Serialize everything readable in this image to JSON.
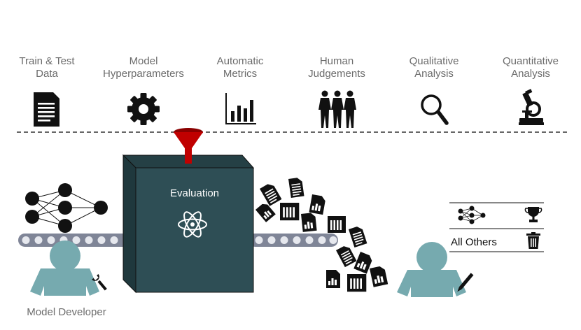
{
  "categories": [
    {
      "line1": "Train & Test",
      "line2": "Data",
      "icon": "document-icon"
    },
    {
      "line1": "Model",
      "line2": "Hyperparameters",
      "icon": "gear-icon"
    },
    {
      "line1": "Automatic",
      "line2": "Metrics",
      "icon": "bar-chart-icon"
    },
    {
      "line1": "Human",
      "line2": "Judgements",
      "icon": "people-icon"
    },
    {
      "line1": "Qualitative",
      "line2": "Analysis",
      "icon": "magnifier-icon"
    },
    {
      "line1": "Quantitative",
      "line2": "Analysis",
      "icon": "microscope-icon"
    }
  ],
  "evaluation_box": {
    "title": "Evaluation",
    "icon": "atom-icon",
    "color": "#2e4e55",
    "funnel_color": "#c00000"
  },
  "developer": {
    "label": "Model Developer",
    "icon": "wrench-icon",
    "person_color": "#76aaaf"
  },
  "reviewer": {
    "icon": "pen-icon",
    "person_color": "#76aaaf"
  },
  "ranking_table": {
    "row1_icons": [
      "neural-network-icon",
      "trophy-icon"
    ],
    "row2_label": "All Others",
    "row2_icon": "trash-icon"
  },
  "conveyor": {
    "color": "#7f8597",
    "roller_color": "#e6e8ee"
  }
}
